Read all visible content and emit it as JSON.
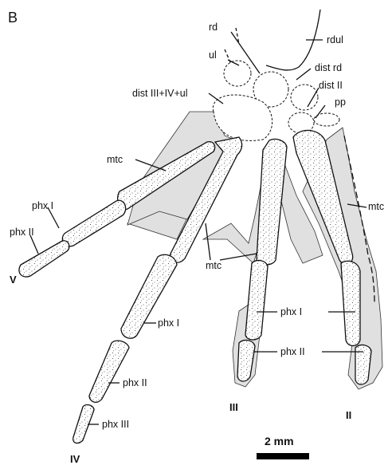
{
  "panel_label": "B",
  "labels": {
    "rd": "rd",
    "rdul": "rdul",
    "ul": "ul",
    "dist_rd": "dist rd",
    "dist_II": "dist II",
    "pp": "pp",
    "dist_III_IV_ul": "dist III+IV+ul",
    "mtc": "mtc",
    "phx_I": "phx I",
    "phx_II": "phx II",
    "phx_III": "phx III"
  },
  "digits": {
    "V": "V",
    "IV": "IV",
    "III": "III",
    "II": "II"
  },
  "scale_bar": {
    "label": "2 mm"
  },
  "colors": {
    "web_fill": "#e0e0e0",
    "bone_outline": "#111111"
  }
}
